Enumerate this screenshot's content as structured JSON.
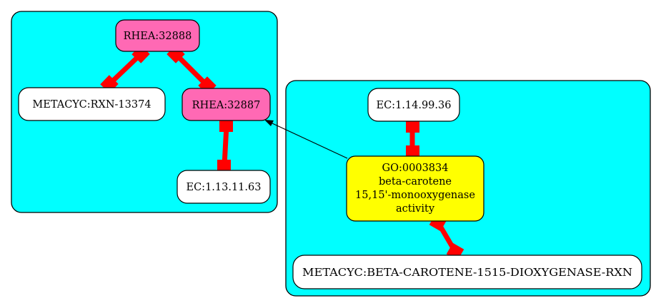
{
  "diagram": {
    "colors": {
      "cluster_fill": "#00ffff",
      "rhea_fill": "#ff69b4",
      "go_fill": "#ffff00",
      "plain_fill": "#ffffff",
      "edge_color": "#ff0000"
    },
    "nodes": {
      "rhea_32888": {
        "label": "RHEA:32888"
      },
      "metacyc_rxn_13374": {
        "label": "METACYC:RXN-13374"
      },
      "rhea_32887": {
        "label": "RHEA:32887"
      },
      "ec_1_13_11_63": {
        "label": "EC:1.13.11.63"
      },
      "ec_1_14_99_36": {
        "label": "EC:1.14.99.36"
      },
      "go_0003834": {
        "lines": [
          "GO:0003834",
          "beta-carotene",
          "15,15'-monooxygenase",
          "activity"
        ]
      },
      "metacyc_beta_carotene": {
        "label": "METACYC:BETA-CAROTENE-1515-DIOXYGENASE-RXN"
      }
    }
  }
}
